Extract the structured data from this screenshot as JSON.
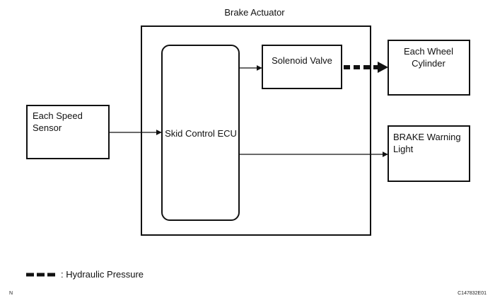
{
  "diagram": {
    "title": "Brake Actuator",
    "nodes": {
      "speed_sensor": {
        "line1": "Each Speed",
        "line2": "Sensor"
      },
      "ecu": {
        "label": "Skid Control ECU"
      },
      "solenoid": {
        "label": "Solenoid Valve"
      },
      "wheel_cylinder": {
        "line1": "Each Wheel",
        "line2": "Cylinder"
      },
      "warning_light": {
        "line1": "BRAKE Warning",
        "line2": "Light"
      }
    },
    "legend": {
      "label": ": Hydraulic Pressure"
    },
    "footer": {
      "left": "N",
      "right": "C147832E01"
    }
  }
}
